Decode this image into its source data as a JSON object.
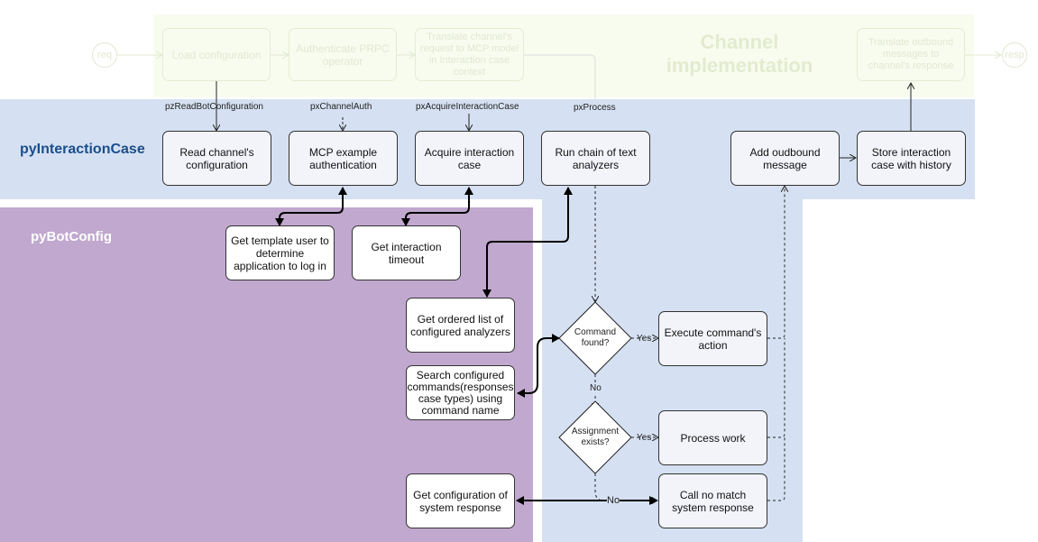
{
  "regions": {
    "channel_implementation": "Channel implementation",
    "py_interaction_case": "pyInteractionCase",
    "py_bot_config": "pyBotConfig"
  },
  "colors": {
    "channel_bg": "#f8fcef",
    "interaction_bg": "#d5e1f2",
    "botconfig_bg": "#c1a8cf",
    "channel_title": "#e3ebcf",
    "interaction_title": "#1a4e8c"
  },
  "channel": {
    "req": "req",
    "resp": "resp",
    "load": "Load configuration",
    "auth": "Authenticate PRPC operator",
    "translate_in": "Translate channel's request to MCP model in Interaction case context",
    "translate_out": "Translate outbound messages to channel's response"
  },
  "activities": {
    "read_bot_config": "pzReadBotConfiguration",
    "channel_auth": "pxChannelAuth",
    "acquire_case": "pxAcquireInteractionCase",
    "process": "pxProcess"
  },
  "interaction_case": {
    "read_config": "Read channel's configuration",
    "mcp_auth": "MCP example authentication",
    "acquire": "Acquire interaction case",
    "run_chain": "Run chain of text analyzers",
    "add_outbound": "Add oudbound message",
    "store_case": "Store interaction case with history",
    "execute_cmd": "Execute command's action",
    "process_work": "Process work",
    "no_match": "Call no match system response"
  },
  "decisions": {
    "command_found": "Command found?",
    "assignment_exists": "Assignment exists?",
    "yes_1": "Yes",
    "yes_2": "Yes",
    "no_1": "No",
    "no_2": "No"
  },
  "bot_config": {
    "template_user": "Get template user to determine application to log in",
    "timeout": "Get interaction timeout",
    "analyzers": "Get ordered list of configured analyzers",
    "search_commands": "Search configured commands(responses case types) using command name",
    "system_response": "Get configuration of system response"
  }
}
